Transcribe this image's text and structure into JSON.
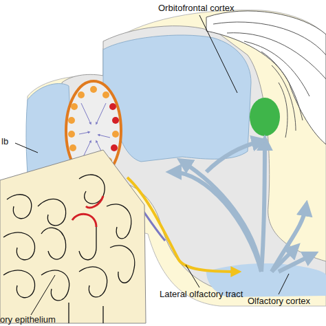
{
  "diagram": {
    "labels": [
      "Orbitofrontal cortex",
      "lb",
      "Lateral olfactory tract",
      "Olfactory cortex",
      "ory epithelium"
    ]
  }
}
